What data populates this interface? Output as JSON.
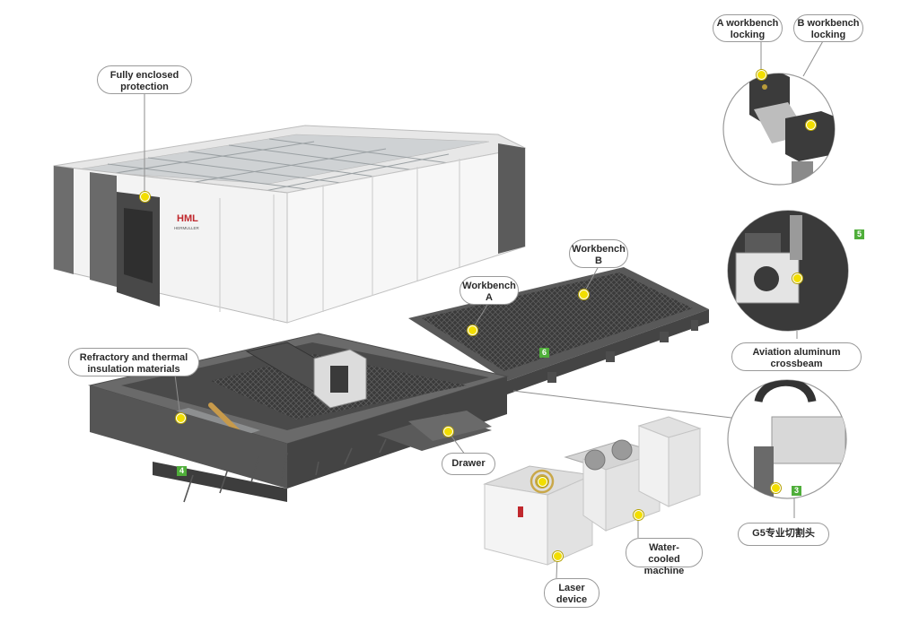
{
  "labels": {
    "enclosure": "Fully enclosed\nprotection",
    "refractory": "Refractory and thermal\ninsulation materials",
    "workbench_a": "Workbench\nA",
    "workbench_b": "Workbench\nB",
    "a_locking": "A workbench\nlocking",
    "b_locking": "B workbench\nlocking",
    "crossbeam": "Aviation aluminum\ncrossbeam",
    "cutting_head": "G5专业切割头",
    "drawer": "Drawer",
    "water_cooled": "Water-cooled\nmachine",
    "laser": "Laser\ndevice"
  },
  "badges": {
    "b3": "3",
    "b4": "4",
    "b5": "5",
    "b6": "6"
  },
  "brand": {
    "logo": "HML",
    "name": "HERMULLER"
  },
  "colors": {
    "dot": "#f2de00",
    "badge": "#4fae3a",
    "frame": "#5a5a5a",
    "panel": "#f1f1f1"
  }
}
